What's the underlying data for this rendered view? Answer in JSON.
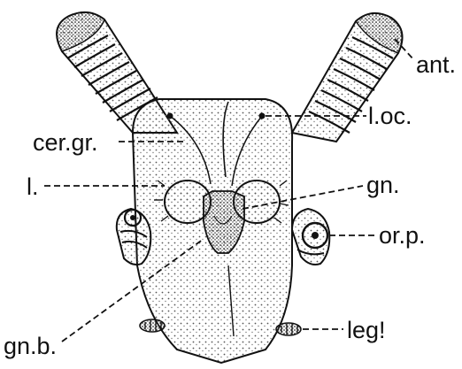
{
  "labels": {
    "ant": "ant.",
    "l_oc": "l.oc.",
    "cer_gr": "cer.gr.",
    "l": "l.",
    "gn": "gn.",
    "or_p": "or.p.",
    "gn_b": "gn.b.",
    "leg": "leg!"
  },
  "colors": {
    "ink": "#111111",
    "stipple": "#555555",
    "paper": "#ffffff"
  }
}
